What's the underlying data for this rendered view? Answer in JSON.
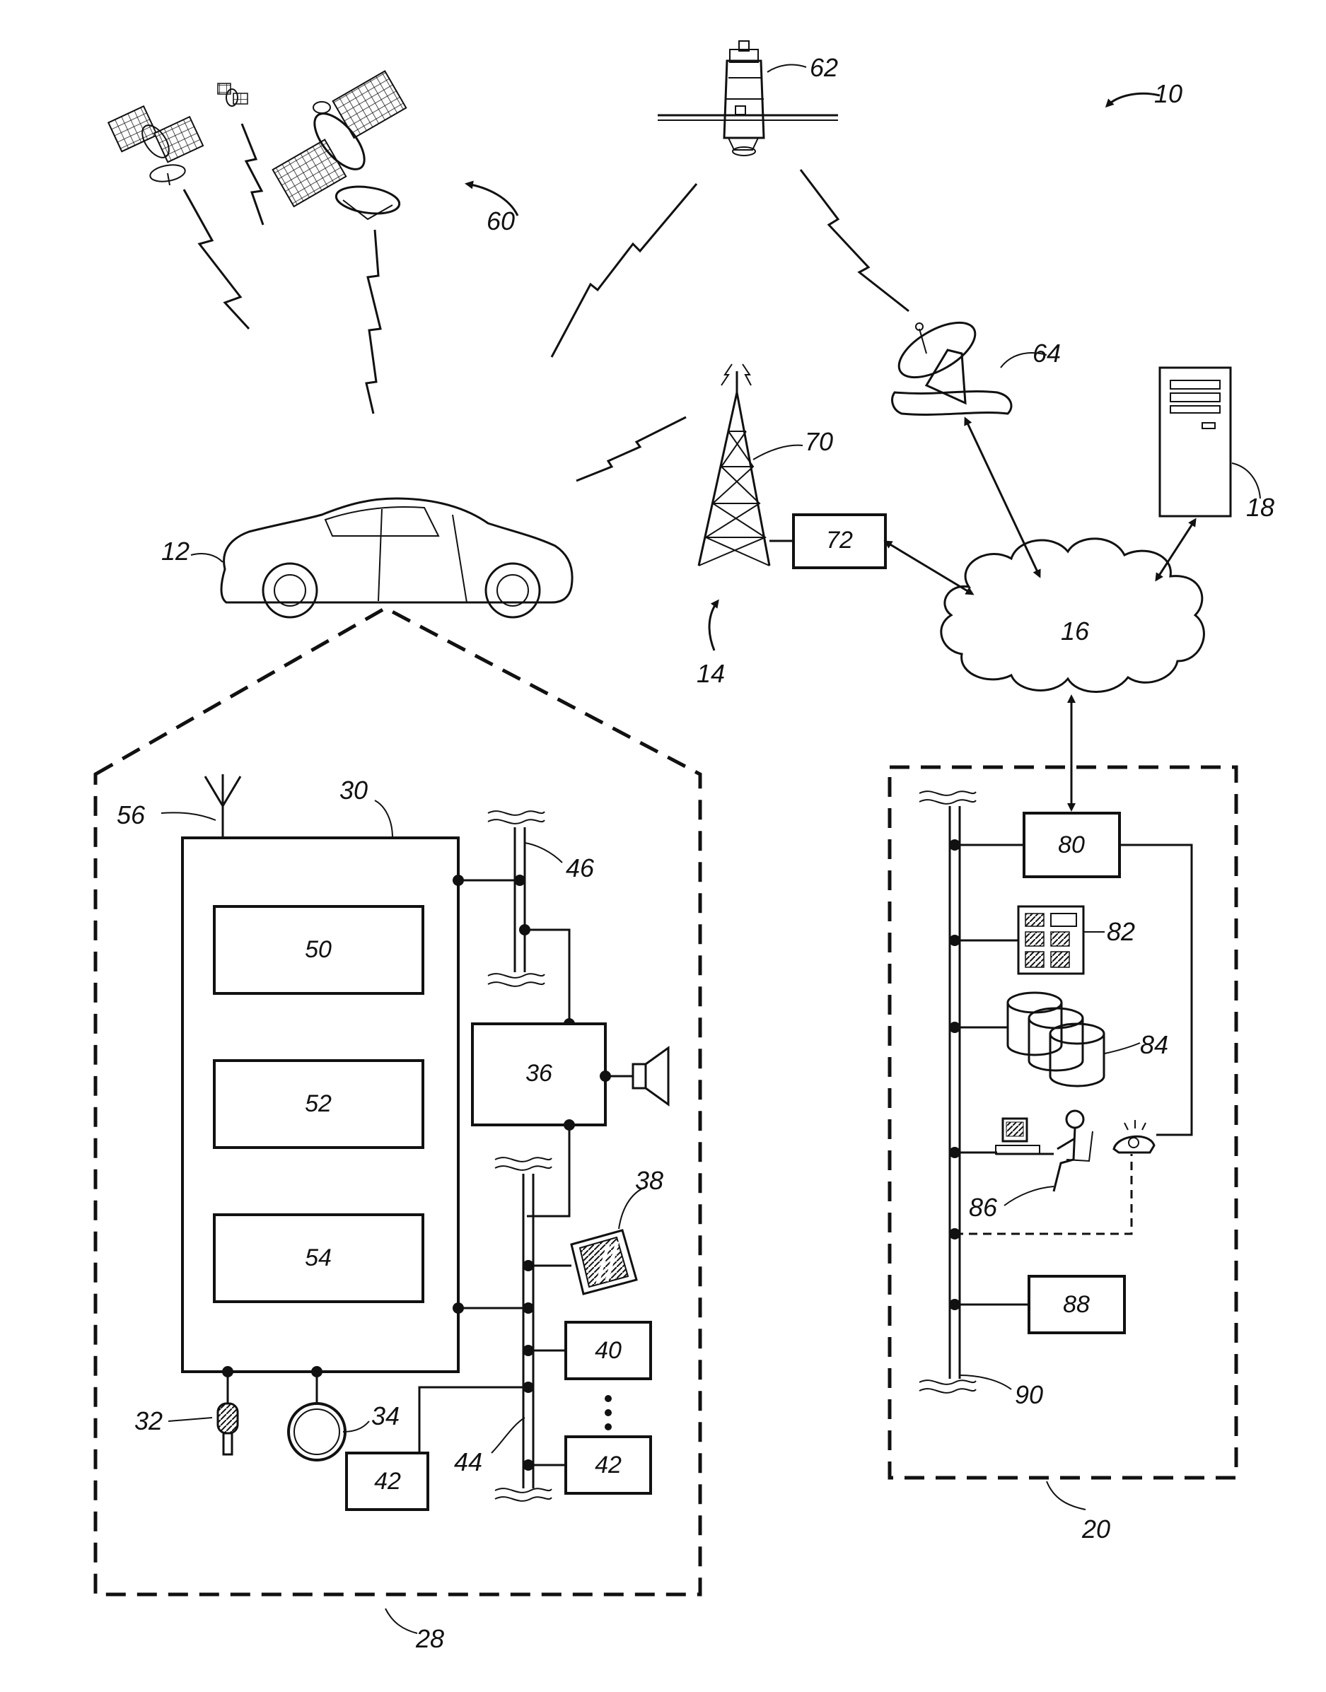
{
  "labels": {
    "system": "10",
    "vehicle": "12",
    "wireless_system": "14",
    "land_network": "16",
    "computer": "18",
    "call_center": "20",
    "vehicle_electronics": "28",
    "telematics_unit": "30",
    "microphone": "32",
    "button": "34",
    "audio_system": "36",
    "display": "38",
    "module_a": "40",
    "module_b": "42",
    "bus_main": "44",
    "bus_entertainment": "46",
    "processor": "50",
    "memory": "52",
    "gnss": "54",
    "antenna": "56",
    "gnss_constellation": "60",
    "comm_satellite": "62",
    "uplink_station": "64",
    "cell_tower": "70",
    "msc": "72",
    "switch": "80",
    "server": "82",
    "database": "84",
    "advisor": "86",
    "modem": "88",
    "lan": "90"
  },
  "icons": [
    "satellite-icon",
    "dish-antenna-icon",
    "cell-tower-icon",
    "server-tower-icon",
    "cloud-icon",
    "car-icon",
    "speaker-icon",
    "microphone-icon",
    "display-icon",
    "database-icon",
    "advisor-workstation-icon",
    "telephone-icon",
    "lightning-signal-icon"
  ]
}
